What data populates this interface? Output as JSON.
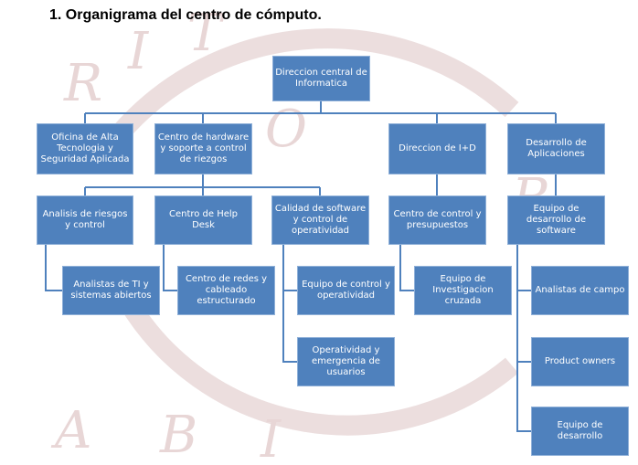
{
  "title": "1.  Organigrama del centro de cómputo.",
  "watermark_letters": [
    "R",
    "I",
    "T",
    "O",
    "R",
    "A",
    "B",
    "I"
  ],
  "colors": {
    "box_fill": "#4f81bd",
    "box_border": "#8fb0d8",
    "connector": "#4f81bd",
    "watermark": "#ead8d8",
    "text": "#ffffff"
  },
  "nodes": {
    "root": "Direccion central de Informatica",
    "oficina": "Oficina de Alta Tecnologia y Seguridad Aplicada",
    "centro_hardware": "Centro de hardware y soporte a control de riezgos",
    "direccion_id": "Direccion de I+D",
    "desarrollo_apps": "Desarrollo de Aplicaciones",
    "analisis_riesgos": "Analisis de riesgos y control",
    "help_desk": "Centro de Help Desk",
    "calidad_software": "Calidad de software y control de operatividad",
    "centro_control": "Centro de control y presupuestos",
    "equipo_desarrollo_software": "Equipo de desarrollo de software",
    "analistas_ti": "Analistas de TI y sistemas abiertos",
    "centro_redes": "Centro de redes y cableado estructurado",
    "equipo_control": "Equipo de control y operatividad",
    "operatividad_emergencia": "Operatividad y emergencia de usuarios",
    "equipo_investigacion": "Equipo de Investigacion cruzada",
    "analistas_campo": "Analistas de campo",
    "product_owners": "Product owners",
    "equipo_desarrollo": "Equipo de desarrollo"
  }
}
